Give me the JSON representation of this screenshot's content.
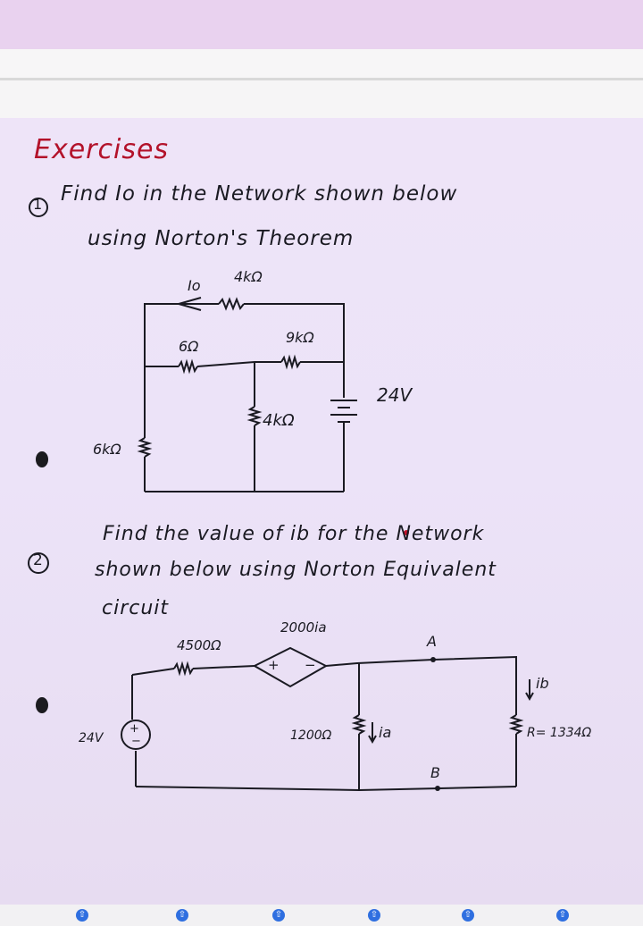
{
  "heading": "Exercises",
  "problem1": {
    "number": "1",
    "line1": "Find Io in the Network shown below",
    "line2": "using Norton's Theorem",
    "labels": {
      "io": "Io",
      "r_top": "4kΩ",
      "r_6": "6Ω",
      "r_9": "9kΩ",
      "source": "24V",
      "r_mid": "4kΩ",
      "r_left": "6kΩ"
    }
  },
  "problem2": {
    "number": "2",
    "line1": "Find the value of ib for the Network",
    "line2": "shown below using Norton Equivalent",
    "line3": "circuit",
    "labels": {
      "r_4500": "4500Ω",
      "dep_source": "2000ia",
      "node_a": "A",
      "ib": "ib",
      "source": "24V",
      "r_1200": "1200Ω",
      "ia": "ia",
      "r_load": "R= 1334Ω",
      "node_b": "B"
    }
  },
  "colors": {
    "ink": "#1a1a22",
    "heading": "#b3122a",
    "paper": "#ece3f8"
  },
  "footer_icons": [
    "download-icon",
    "download-icon",
    "download-icon",
    "download-icon",
    "download-icon",
    "download-icon"
  ]
}
